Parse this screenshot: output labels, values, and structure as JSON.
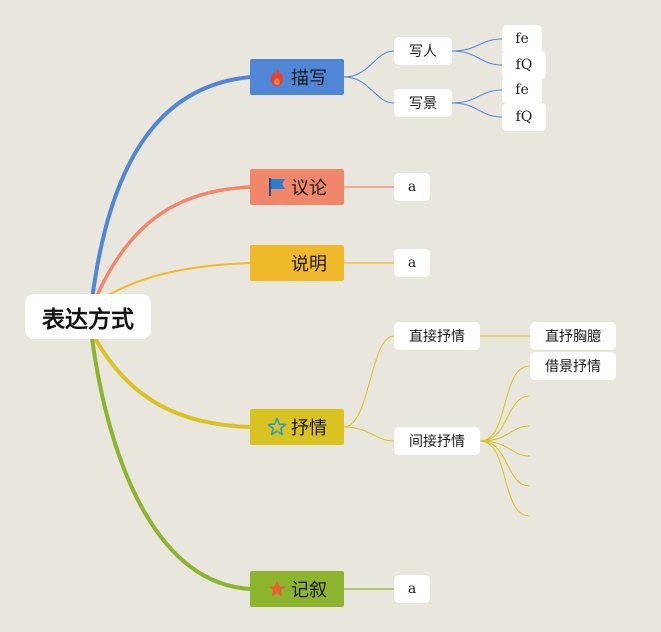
{
  "root": {
    "label": "表达方式"
  },
  "branches": {
    "describe": {
      "label": "描写",
      "color": "#4f86d6",
      "icon": "fire-icon",
      "children": {
        "people": {
          "label": "写人",
          "children": [
            "fe",
            "fQ"
          ]
        },
        "scenery": {
          "label": "写景",
          "children": [
            "fe",
            "fQ"
          ]
        }
      }
    },
    "discuss": {
      "label": "议论",
      "color": "#f0876a",
      "icon": "flag-icon",
      "children": [
        "a"
      ]
    },
    "explain": {
      "label": "说明",
      "color": "#f0b92a",
      "icon": "",
      "children": [
        "a"
      ]
    },
    "express": {
      "label": "抒情",
      "color": "#d8c320",
      "icon": "star-outline-icon",
      "children": {
        "direct": {
          "label": "直接抒情",
          "children": [
            "直抒胸臆"
          ]
        },
        "indirect": {
          "label": "间接抒情",
          "children": [
            "借景抒情"
          ]
        }
      }
    },
    "narrate": {
      "label": "记叙",
      "color": "#8db42f",
      "icon": "star-filled-icon",
      "children": [
        "a"
      ]
    }
  }
}
